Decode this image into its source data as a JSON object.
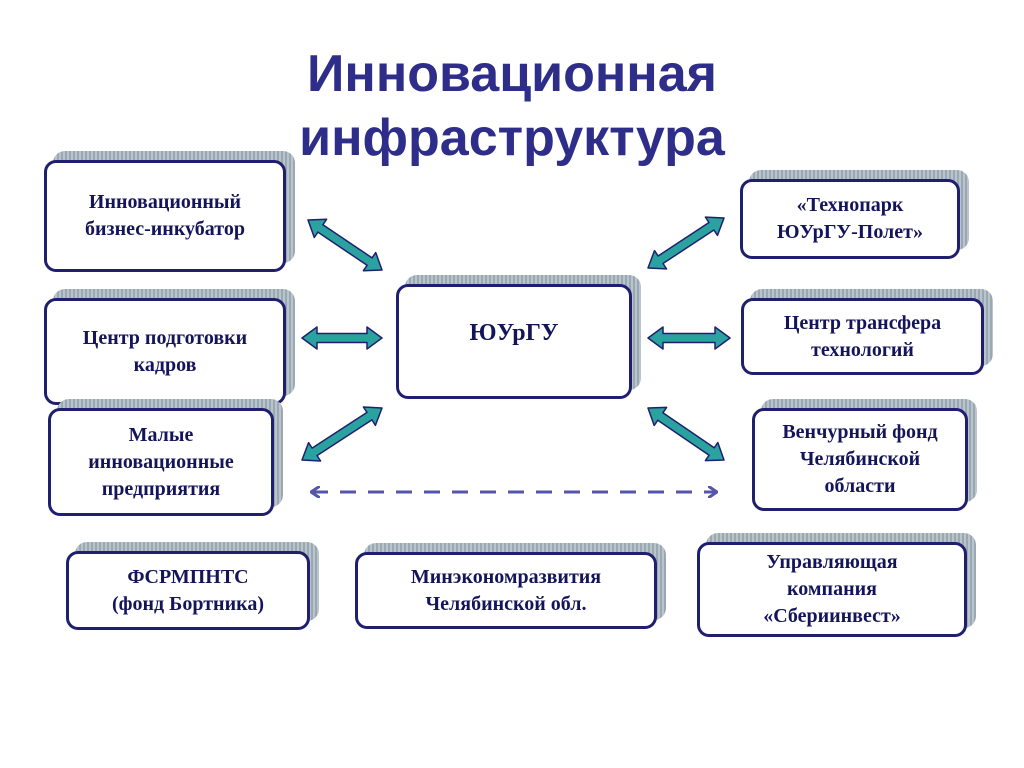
{
  "title": {
    "line1": "Инновационная",
    "line2": "инфраструктура"
  },
  "nodes": {
    "incubator": "Инновационный\nбизнес-инкубатор",
    "training_center": "Центр подготовки\nкадров",
    "small_enterprises": "Малые\nинновационные\nпредприятия",
    "technopark": "«Технопарк\nЮУрГУ-Полет»",
    "transfer_center": "Центр трансфера\nтехнологий",
    "venture_fund": "Венчурный фонд\nЧелябинской\nобласти",
    "susu": "ЮУрГУ",
    "fsrmpnts": "ФСРМПНТС\n(фонд Бортника)",
    "ministry": "Минэкономразвития\nЧелябинской обл.",
    "management_company": "Управляющая\nкомпания\n«Сбериинвест»"
  },
  "colors": {
    "title": "#2e2e8a",
    "box_border": "#1f1f6e",
    "box_text": "#14145a",
    "arrow_fill": "#2aa3a0",
    "arrow_stroke": "#1f1f6e",
    "dashed_arrow": "#5555aa"
  }
}
